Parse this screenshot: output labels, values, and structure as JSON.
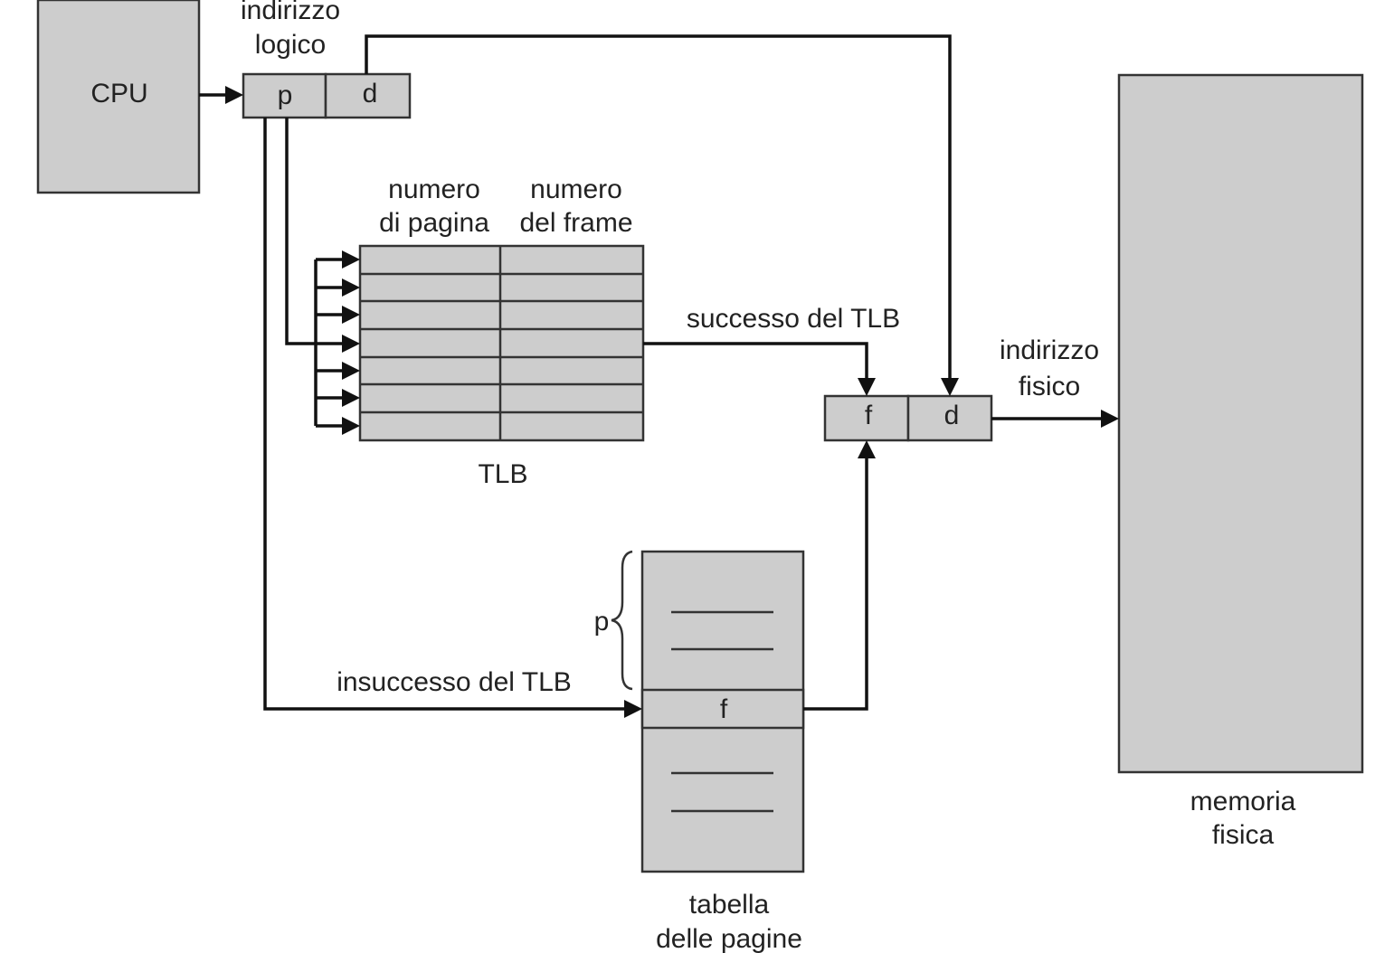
{
  "cpu": {
    "label": "CPU"
  },
  "logical_address": {
    "caption_line1": "indirizzo",
    "caption_line2": "logico",
    "page_field": "p",
    "offset_field": "d"
  },
  "tlb": {
    "col_page_line1": "numero",
    "col_page_line2": "di pagina",
    "col_frame_line1": "numero",
    "col_frame_line2": "del frame",
    "caption": "TLB",
    "hit_label": "successo del TLB",
    "miss_label": "insuccesso del TLB"
  },
  "physical_address": {
    "caption_line1": "indirizzo",
    "caption_line2": "fisico",
    "frame_field": "f",
    "offset_field": "d"
  },
  "page_table": {
    "index_label": "p",
    "entry_label": "f",
    "caption_line1": "tabella",
    "caption_line2": "delle pagine"
  },
  "physical_memory": {
    "caption_line1": "memoria",
    "caption_line2": "fisica"
  }
}
